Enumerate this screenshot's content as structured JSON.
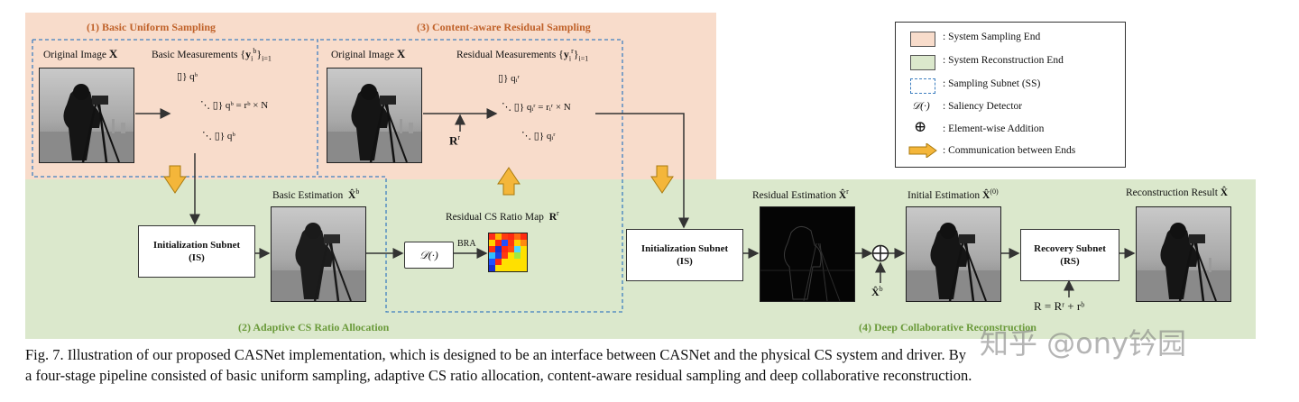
{
  "legend": {
    "items": [
      {
        "label": ": System Sampling End",
        "color": "#f8dccb"
      },
      {
        "label": ": System Reconstruction End",
        "color": "#dbe8cc"
      },
      {
        "label": ": Sampling Subnet (SS)"
      },
      {
        "label": ": Saliency Detector",
        "symbol": "𝒟(·)"
      },
      {
        "label": ": Element-wise Addition",
        "symbol": "⊕"
      },
      {
        "label": ": Communication between Ends"
      }
    ]
  },
  "stages": {
    "s1": "(1) Basic Uniform Sampling",
    "s2": "(2) Adaptive CS Ratio Allocation",
    "s3": "(3) Content-aware Residual Sampling",
    "s4": "(4) Deep Collaborative Reconstruction"
  },
  "labels": {
    "orig1": "Original Image",
    "orig2": "Original Image",
    "X": "X",
    "basic_meas": "Basic Measurements",
    "basic_meas_sym": "{y",
    "resid_meas": "Residual Measurements",
    "basic_est": "Basic Estimation",
    "resid_map": "Residual CS Ratio Map",
    "resid_est": "Residual Estimation",
    "init_est": "Initial Estimation",
    "recon_result": "Reconstruction Result",
    "bra": "BRA",
    "Rr": "R",
    "xb": "X̂",
    "r_eq": "R = Rʳ + rᵇ"
  },
  "math": {
    "qb1": "} qᵇ",
    "qb2": "} qᵇ = rᵇ × N",
    "qb3": "} qᵇ",
    "qr1": "} qᵢʳ",
    "qr2": "} qᵢʳ = rᵢʳ × N",
    "qr3": "} qᵢʳ",
    "saliency": "𝒟(·)"
  },
  "boxes": {
    "is1_line1": "Initialization Subnet",
    "is1_line2": "(IS)",
    "is2_line1": "Initialization Subnet",
    "is2_line2": "(IS)",
    "rs_line1": "Recovery Subnet",
    "rs_line2": "(RS)"
  },
  "caption": {
    "line1": "Fig. 7.  Illustration of our proposed CASNet implementation, which is designed to be an interface between CASNet and the physical CS system and driver. By",
    "line2": "a four-stage pipeline consisted of basic uniform sampling, adaptive CS ratio allocation, content-aware residual sampling and deep collaborative reconstruction."
  },
  "watermark": "知乎 @ony钤园",
  "colors": {
    "sampling_end": "#f8dccb",
    "recon_end": "#dbe8cc",
    "stage_orange": "#c0622a",
    "stage_green": "#6a9a3a",
    "subnet_dash": "#3f7fc0",
    "arrow_gold": "#f4b63a"
  }
}
